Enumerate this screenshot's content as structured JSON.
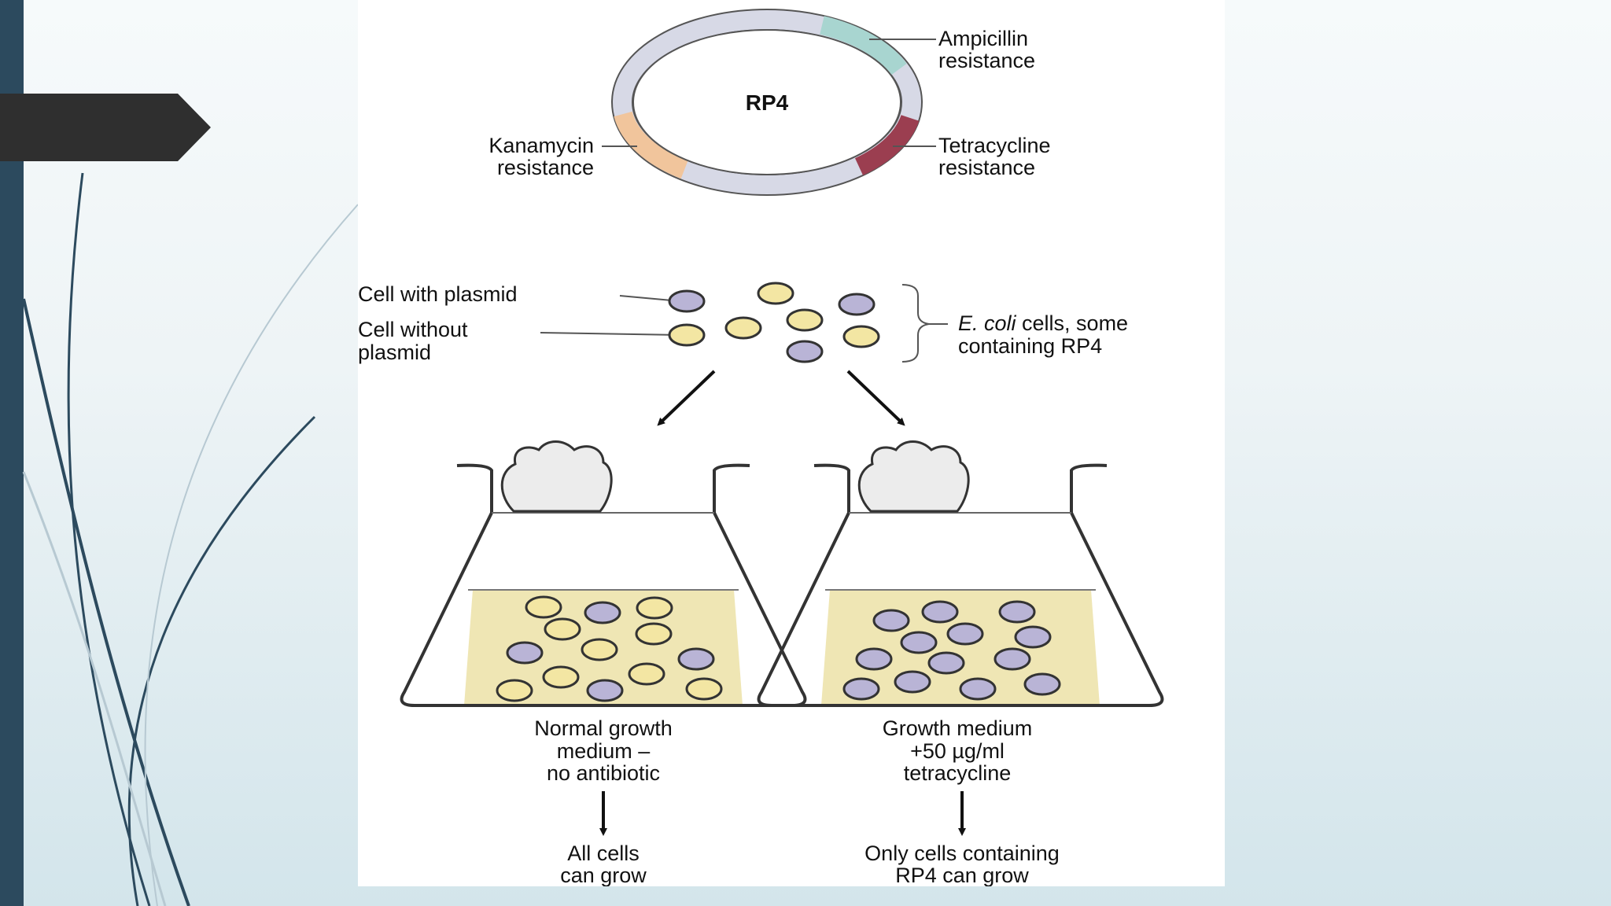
{
  "plasmid": {
    "name": "RP4",
    "ampicillin": [
      "Ampicillin",
      "resistance"
    ],
    "tetracycline": [
      "Tetracycline",
      "resistance"
    ],
    "kanamycin": [
      "Kanamycin",
      "resistance"
    ]
  },
  "cells": {
    "with_plasmid": "Cell with plasmid",
    "without_plasmid": [
      "Cell without",
      "plasmid"
    ],
    "group_prefix": "E. coli",
    "group_suffix": " cells, some",
    "group_line2": "containing RP4"
  },
  "flask_left": {
    "medium": [
      "Normal growth",
      "medium –",
      "no antibiotic"
    ],
    "result": [
      "All cells",
      "can grow"
    ]
  },
  "flask_right": {
    "medium": [
      "Growth medium",
      "+50 µg/ml",
      "tetracycline"
    ],
    "result": [
      "Only cells containing",
      "RP4 can grow"
    ]
  },
  "colors": {
    "sidebar": "#2c4a5e",
    "tab": "#2f2f2f",
    "plasmid_cell": "#b9b4d6",
    "plain_cell": "#f3e6a3",
    "medium": "#efe6b4",
    "ampicillin_segment": "#a8d5d0",
    "tetracycline_segment": "#9b3e50",
    "kanamycin_segment": "#f1c59c"
  }
}
